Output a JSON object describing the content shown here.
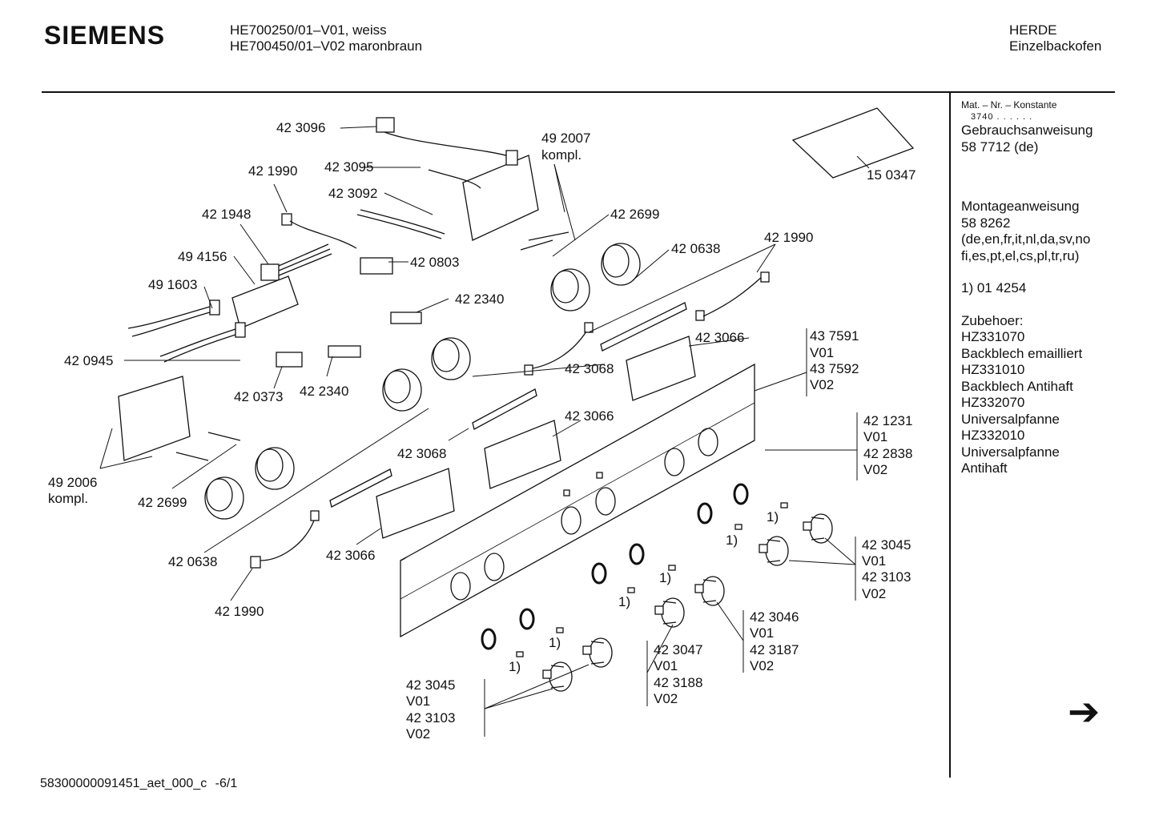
{
  "header": {
    "brand": "SIEMENS",
    "model_line_1": "HE700250/01–V01, weiss",
    "model_line_2": "HE700450/01–V02 maronbraun",
    "category_line_1": "HERDE",
    "category_line_2": "Einzelbackofen"
  },
  "sidebar": {
    "constant_label": "Mat. – Nr. – Konstante",
    "constant_value": "3740  .  .  .  .  .  .",
    "manual_label": "Gebrauchsanweisung",
    "manual_number": "58 7712 (de)",
    "install_label": "Montageanweisung",
    "install_number": "58 8262",
    "install_langs_1": "(de,en,fr,it,nl,da,sv,no",
    "install_langs_2": "fi,es,pt,el,cs,pl,tr,ru)",
    "note": "1) 01 4254",
    "accessories_label": "Zubehoer:",
    "accessories": [
      "HZ331070",
      "Backblech emailliert",
      "HZ331010",
      "Backblech Antihaft",
      "HZ332070",
      "Universalpfanne",
      "HZ332010",
      "Universalpfanne",
      "Antihaft"
    ]
  },
  "labels": [
    {
      "id": "p423096",
      "text": "42 3096"
    },
    {
      "id": "p492007",
      "text": "49 2007"
    },
    {
      "id": "p492007k",
      "text": "kompl."
    },
    {
      "id": "p421990a",
      "text": "42 1990"
    },
    {
      "id": "p423095",
      "text": "42 3095"
    },
    {
      "id": "p423092",
      "text": "42 3092"
    },
    {
      "id": "p421948",
      "text": "42 1948"
    },
    {
      "id": "p422699a",
      "text": "42 2699"
    },
    {
      "id": "p494156",
      "text": "49 4156"
    },
    {
      "id": "p420803",
      "text": "42 0803"
    },
    {
      "id": "p420638a",
      "text": "42 0638"
    },
    {
      "id": "p421990b",
      "text": "42 1990"
    },
    {
      "id": "p491603",
      "text": "49 1603"
    },
    {
      "id": "p422340a",
      "text": "42 2340"
    },
    {
      "id": "p420945",
      "text": "42 0945"
    },
    {
      "id": "p423066a",
      "text": "42 3066"
    },
    {
      "id": "p437591",
      "text": "43 7591"
    },
    {
      "id": "p437591v1",
      "text": "V01"
    },
    {
      "id": "p437592",
      "text": "43 7592"
    },
    {
      "id": "p437592v2",
      "text": "V02"
    },
    {
      "id": "p423068a",
      "text": "42 3068"
    },
    {
      "id": "p420373",
      "text": "42 0373"
    },
    {
      "id": "p422340b",
      "text": "42 2340"
    },
    {
      "id": "p423066b",
      "text": "42 3066"
    },
    {
      "id": "p421231",
      "text": "42 1231"
    },
    {
      "id": "p421231v1",
      "text": "V01"
    },
    {
      "id": "p422838",
      "text": "42 2838"
    },
    {
      "id": "p422838v2",
      "text": "V02"
    },
    {
      "id": "p423068b",
      "text": "42 3068"
    },
    {
      "id": "p492006",
      "text": "49 2006"
    },
    {
      "id": "p492006k",
      "text": "kompl."
    },
    {
      "id": "p422699b",
      "text": "42 2699"
    },
    {
      "id": "p423045a",
      "text": "42 3045"
    },
    {
      "id": "p423045av1",
      "text": "V01"
    },
    {
      "id": "p423103a",
      "text": "42 3103"
    },
    {
      "id": "p423103av2",
      "text": "V02"
    },
    {
      "id": "p420638b",
      "text": "42 0638"
    },
    {
      "id": "p423066c",
      "text": "42 3066"
    },
    {
      "id": "p421990c",
      "text": "42 1990"
    },
    {
      "id": "p423046",
      "text": "42 3046"
    },
    {
      "id": "p423046v1",
      "text": "V01"
    },
    {
      "id": "p423187",
      "text": "42 3187"
    },
    {
      "id": "p423187v2",
      "text": "V02"
    },
    {
      "id": "p423047",
      "text": "42 3047"
    },
    {
      "id": "p423047v1",
      "text": "V01"
    },
    {
      "id": "p423188",
      "text": "42 3188"
    },
    {
      "id": "p423188v2",
      "text": "V02"
    },
    {
      "id": "p423045b",
      "text": "42 3045"
    },
    {
      "id": "p423045bv1",
      "text": "V01"
    },
    {
      "id": "p423103b",
      "text": "42 3103"
    },
    {
      "id": "p423103bv2",
      "text": "V02"
    },
    {
      "id": "p150347",
      "text": "15 0347"
    },
    {
      "id": "n1a",
      "text": "1)"
    },
    {
      "id": "n1b",
      "text": "1)"
    },
    {
      "id": "n1c",
      "text": "1)"
    },
    {
      "id": "n1d",
      "text": "1)"
    },
    {
      "id": "n1e",
      "text": "1)"
    },
    {
      "id": "n1f",
      "text": "1)"
    }
  ],
  "footer": {
    "doc_id": "58300000091451_aet_000_c",
    "page": "-6/1"
  },
  "icons": {
    "next_page": "right-arrow-icon"
  }
}
